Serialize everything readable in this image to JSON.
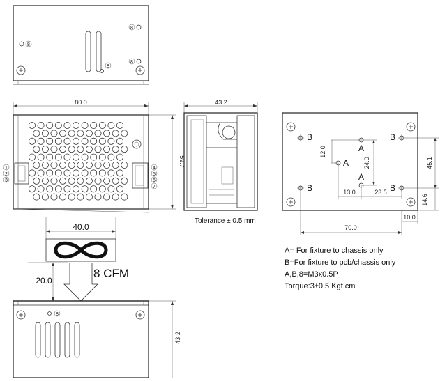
{
  "dimensions": {
    "front_width": "80.0",
    "front_height": "59.7",
    "side_depth": "43.2",
    "bottom_height": "43.2",
    "fan_width": "40.0",
    "fan_clearance": "20.0",
    "hole_a_offset_y": "12.0",
    "hole_a_spacing": "24.0",
    "hole_a_x": "13.0",
    "hole_spacing_x": "23.5",
    "hole_b_spacing_y": "45.1",
    "hole_b_offset_y": "14.6",
    "hole_b_offset_x": "10.0",
    "hole_b_spacing_x": "70.0"
  },
  "labels": {
    "airflow": "8 CFM",
    "tolerance": "Tolerance ± 0.5 mm",
    "hole_a": "A",
    "hole_b": "B",
    "screw_mark": "8"
  },
  "connectors": {
    "input_pins": [
      "1",
      "2",
      "3"
    ],
    "output_pins": [
      "4",
      "5",
      "6",
      "7"
    ]
  },
  "notes": [
    "A= For fixture to chassis only",
    "B=For fixture to pcb/chassis only",
    "A,B,8=M3x0.5P",
    "Torque:3±0.5 Kgf.cm"
  ]
}
